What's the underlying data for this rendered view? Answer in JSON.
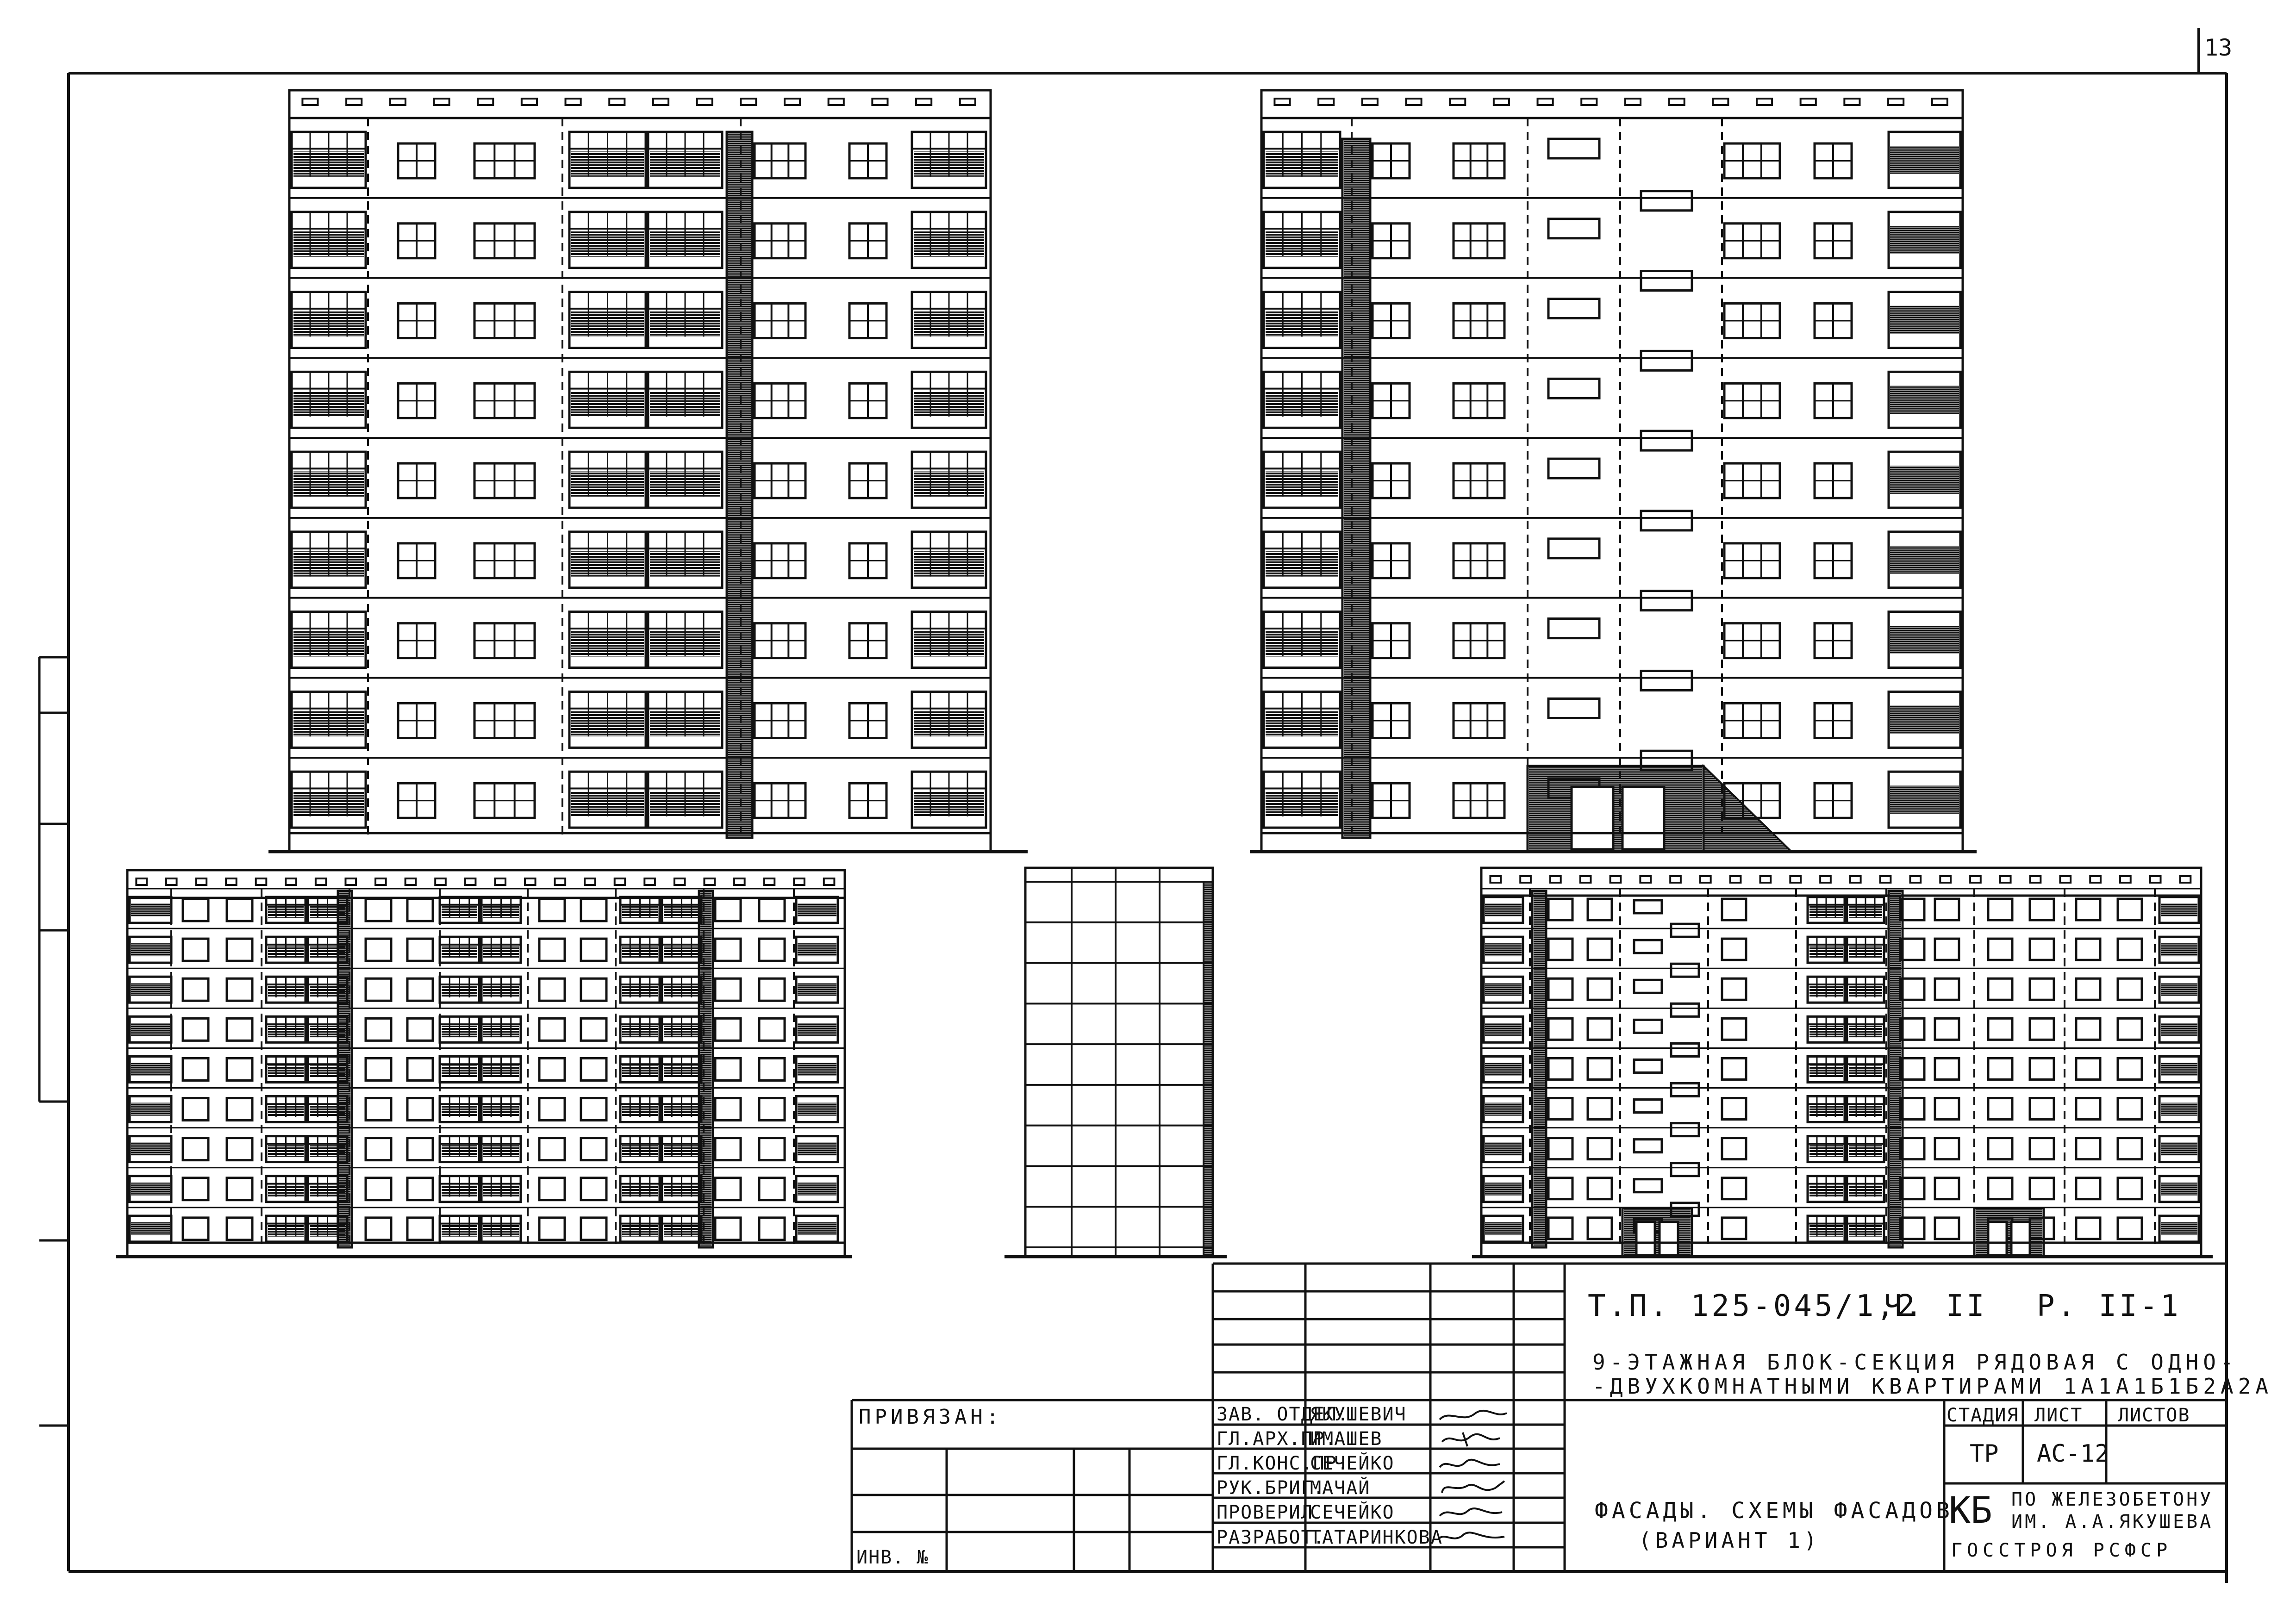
{
  "sheet_number": "13",
  "facades": [
    {
      "id": "facade-1",
      "floors": 9
    },
    {
      "id": "facade-2",
      "floors": 9
    },
    {
      "id": "scheme-1",
      "floors": 9
    },
    {
      "id": "scheme-end",
      "floors": 9
    },
    {
      "id": "scheme-2",
      "floors": 9
    }
  ],
  "title_block": {
    "doc_code": "Т.П. 125-045/1,2",
    "part": "Ч. II",
    "section": "Р. II-1",
    "project_title_line1": "9-ЭТАЖНАЯ БЛОК-СЕКЦИЯ РЯДОВАЯ С ОДНО-",
    "project_title_line2": "-ДВУХКОМНАТНЫМИ КВАРТИРАМИ 1А1А1Б1Б2А2А",
    "privyazan_label": "ПРИВЯЗАН:",
    "inv_label": "ИНВ. №",
    "signatories": [
      {
        "role": "ЗАВ. ОТДЕЛ.",
        "name": "ЯКУШЕВИЧ"
      },
      {
        "role": "ГЛ.АРХ.ПР.",
        "name": "ИМАШЕВ"
      },
      {
        "role": "ГЛ.КОНС.ПР.",
        "name": "СЕЧЕЙКО"
      },
      {
        "role": "РУК.БРИГ.",
        "name": "МАЧАЙ"
      },
      {
        "role": "ПРОВЕРИЛ",
        "name": "СЕЧЕЙКО"
      },
      {
        "role": "РАЗРАБОТ.",
        "name": "ТАТАРИНКОВА"
      }
    ],
    "sheet_title_line1": "ФАСАДЫ. СХЕМЫ ФАСАДОВ",
    "sheet_title_line2": "(ВАРИАНТ 1)",
    "stage_header": "СТАДИЯ",
    "sheet_header": "ЛИСТ",
    "sheets_header": "ЛИСТОВ",
    "stage_value": "ТР",
    "sheet_value": "АС-12",
    "sheets_value": "",
    "org_abbr": "КБ",
    "org_line1": "ПО ЖЕЛЕЗОБЕТОНУ",
    "org_line2": "ИМ. А.А.ЯКУШЕВА",
    "org_line3": "ГОССТРОЯ РСФСР"
  }
}
